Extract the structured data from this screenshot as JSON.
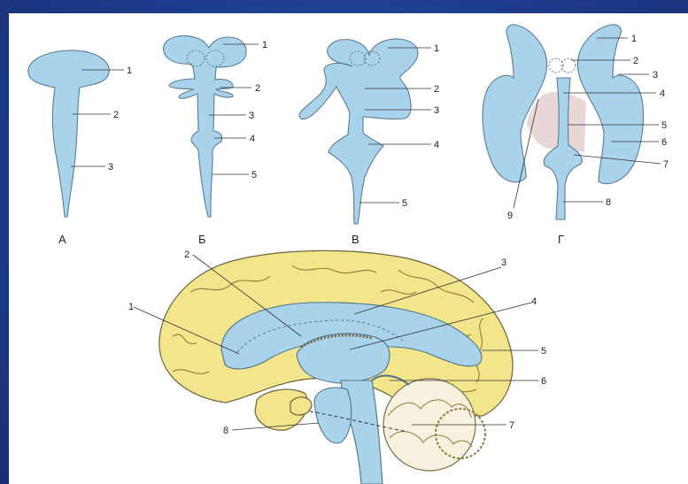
{
  "captions": [
    "А",
    "Б",
    "В",
    "Г"
  ],
  "stage_a": {
    "labels": [
      "1",
      "2",
      "3"
    ]
  },
  "stage_b": {
    "labels": [
      "1",
      "2",
      "3",
      "4",
      "5"
    ]
  },
  "stage_c": {
    "labels": [
      "1",
      "2",
      "3",
      "4",
      "5"
    ]
  },
  "stage_d": {
    "labels": [
      "1",
      "2",
      "3",
      "4",
      "5",
      "6",
      "7",
      "8",
      "9"
    ]
  },
  "adult_brain": {
    "labels": [
      "1",
      "2",
      "3",
      "4",
      "5",
      "6",
      "7",
      "8"
    ]
  },
  "colors": {
    "background": "#1f3f95",
    "ventricle_blue": "#a9d3ea",
    "brain_yellow": "#f2e58c"
  }
}
